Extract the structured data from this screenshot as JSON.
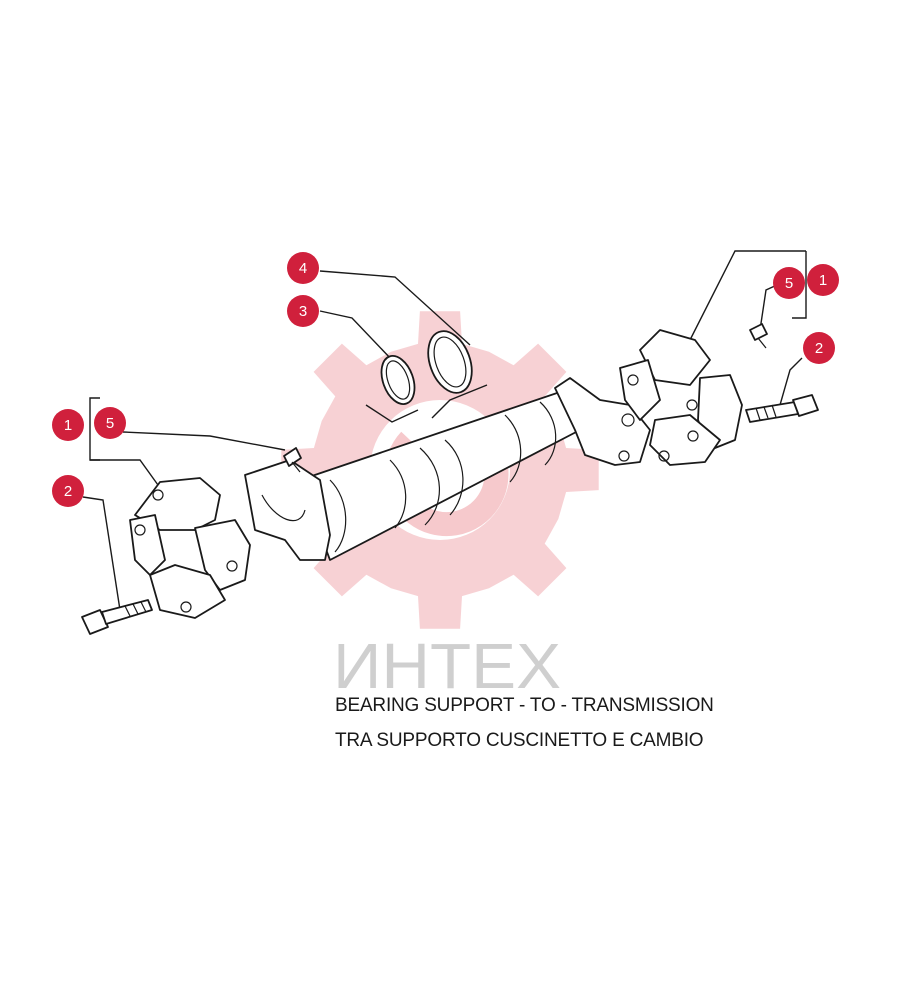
{
  "watermark": {
    "text": "ИНТЕХ",
    "gear_color": "#f6c9cc",
    "text_color": "#cfcfcf"
  },
  "callout_color": "#d0203c",
  "callouts": [
    {
      "label": "4"
    },
    {
      "label": "3"
    },
    {
      "label": "1"
    },
    {
      "label": "5"
    },
    {
      "label": "2"
    },
    {
      "label": "5"
    },
    {
      "label": "1"
    },
    {
      "label": "2"
    }
  ],
  "caption": {
    "line1": "BEARING SUPPORT - TO - TRANSMISSION",
    "line2": "TRA SUPPORTO CUSCINETTO E CAMBIO"
  }
}
